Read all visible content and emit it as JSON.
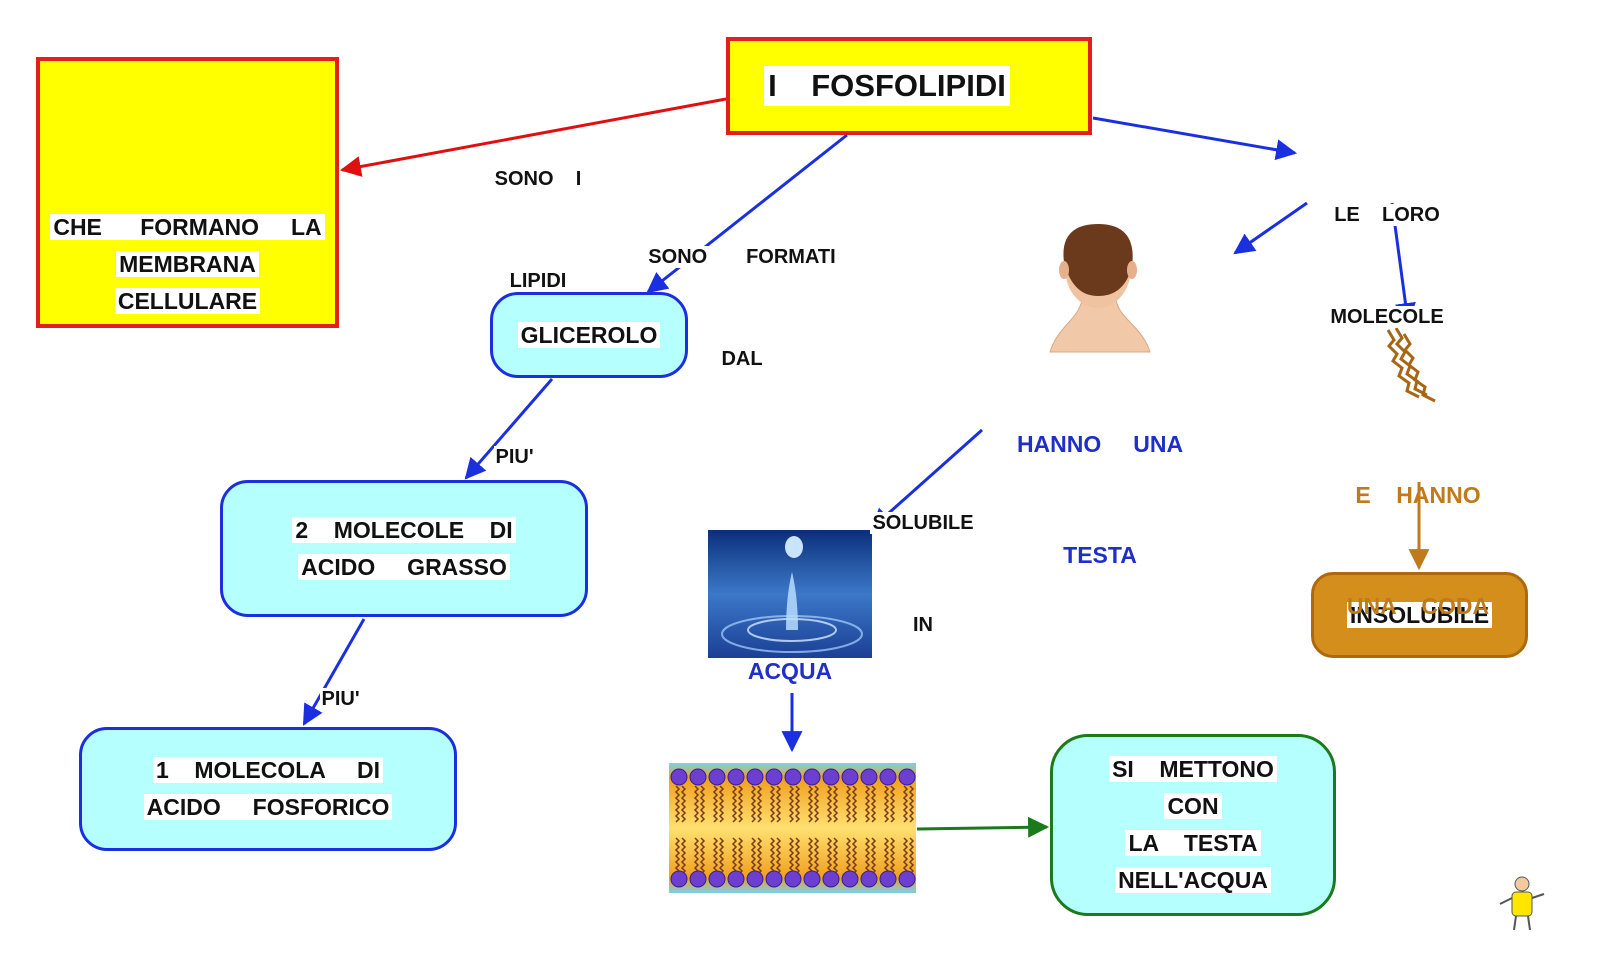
{
  "title": "I    FOSFOLIPIDI",
  "nodes": {
    "membrane_caption": [
      "CHE      FORMANO     LA",
      "MEMBRANA",
      "CELLULARE"
    ],
    "glicerolo": "GLICEROLO",
    "acido_grasso": [
      "2    MOLECOLE    DI",
      "ACIDO     GRASSO"
    ],
    "acido_fosforico": [
      "1    MOLECOLA     DI",
      "ACIDO     FOSFORICO"
    ],
    "head_caption": [
      "HANNO     UNA",
      "TESTA"
    ],
    "tail_caption": [
      "E    HANNO",
      "UNA    CODA"
    ],
    "insolubile": "INSOLUBILE",
    "acqua": "ACQUA",
    "testa_acqua": [
      "SI    METTONO",
      "CON",
      "LA    TESTA",
      "NELL'ACQUA"
    ]
  },
  "edges": {
    "sono_lipidi": [
      "SONO    I",
      "LIPIDI"
    ],
    "sono_formati": [
      "SONO       FORMATI",
      "DAL"
    ],
    "le_loro_molecole": [
      "LE    LORO",
      "MOLECOLE"
    ],
    "piu_1": "PIU'",
    "piu_2": "PIU'",
    "solubile_in": [
      "SOLUBILE",
      "IN"
    ]
  },
  "colors": {
    "title_fill": "#ffff00",
    "title_border": "#e21e1e",
    "red_arrow": "#e01010",
    "blue_arrow": "#1a2fe0",
    "brown": "#c07a1a",
    "green": "#1b7a1b",
    "cyan_fill": "#b6ffff"
  },
  "icons": [
    "paramecium-image",
    "head-icon",
    "fatty-acid-tail-icon",
    "water-drop-image",
    "phospholipid-bilayer-image",
    "mascot-icon"
  ]
}
